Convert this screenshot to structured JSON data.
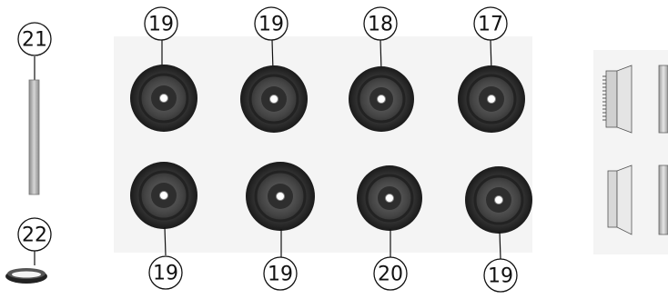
{
  "callouts": {
    "c21": "21",
    "c22": "22",
    "top1": "19",
    "top2": "19",
    "top3": "18",
    "top4": "17",
    "bot1": "19",
    "bot2": "19",
    "bot3": "20",
    "bot4": "19"
  },
  "colors": {
    "line": "#111111",
    "wheel_outer": "#3a3a3a",
    "wheel_ring": "#2a2a2a",
    "wheel_inner": "#505050",
    "background_panel": "#f3f3f3",
    "rod": "#b8b8b8"
  }
}
